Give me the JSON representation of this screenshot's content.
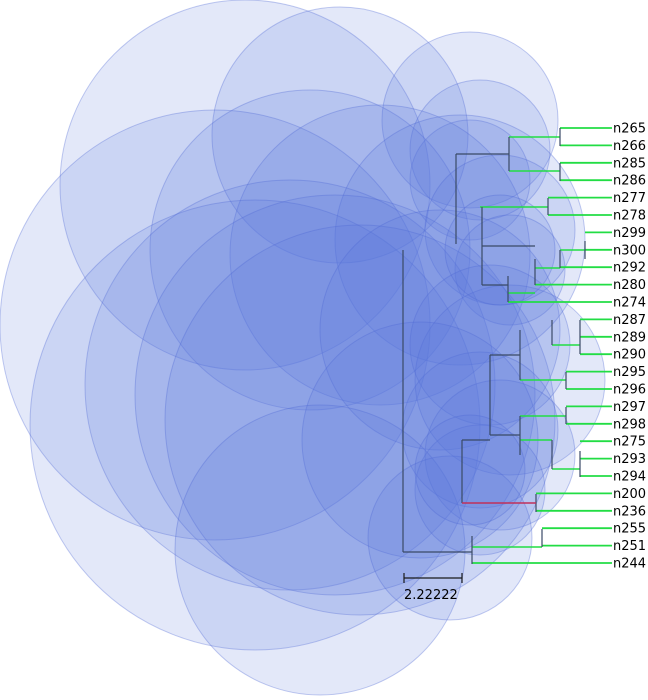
{
  "figure": {
    "leaves": [
      "n265",
      "n266",
      "n285",
      "n286",
      "n277",
      "n278",
      "n299",
      "n300",
      "n292",
      "n280",
      "n274",
      "n287",
      "n289",
      "n290",
      "n295",
      "n296",
      "n297",
      "n298",
      "n275",
      "n293",
      "n294",
      "n200",
      "n236",
      "n255",
      "n251",
      "n244"
    ],
    "scale_bar_label": "2.22222"
  },
  "colors": {
    "bubble_fill": "#5a76dc",
    "bubble_stroke": "#4c68d4",
    "branch_green": "#22dd44",
    "branch_dark": "#3a4a66",
    "branch_highlight": "#c0305a"
  }
}
